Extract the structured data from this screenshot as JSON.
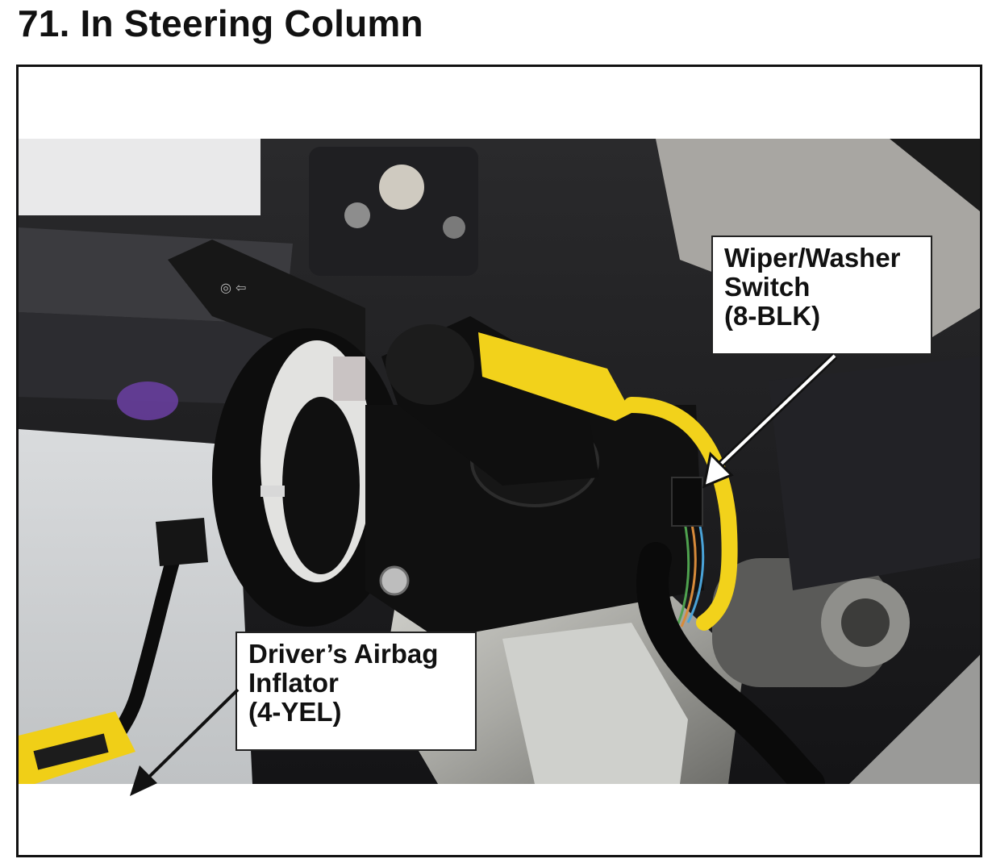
{
  "page": {
    "title": "71. In Steering Column"
  },
  "callouts": {
    "wiper_washer": {
      "line1": "Wiper/Washer",
      "line2": "Switch",
      "line3": "(8-BLK)"
    },
    "drivers_airbag": {
      "line1": "Driver’s Airbag",
      "line2": "Inflator",
      "line3": "(4-YEL)"
    }
  },
  "colors": {
    "connector_yellow": "#f2d21b",
    "harness_black": "#121212",
    "housing_silver": "#b9b9b4"
  }
}
